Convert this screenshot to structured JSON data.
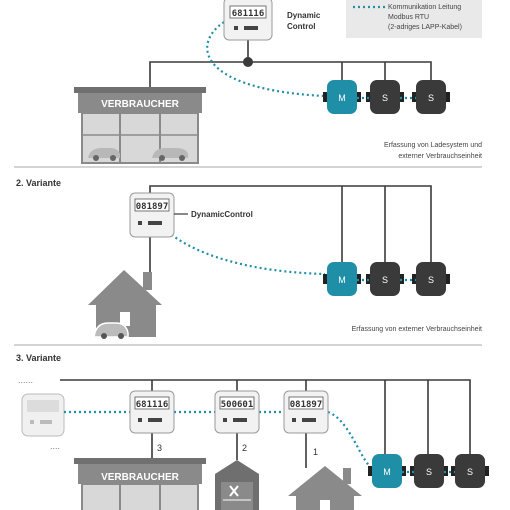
{
  "legend": {
    "comm_line_1": "Kommunikation Leitung",
    "comm_line_2": "Modbus RTU",
    "comm_line_3": "(2-adriges LAPP-Kabel)"
  },
  "variant1": {
    "meter_number": "681116",
    "dynamic_control_1": "Dynamic",
    "dynamic_control_2": "Control",
    "building_label": "VERBRAUCHER",
    "chargers": [
      "M",
      "S",
      "S"
    ],
    "caption_1": "Erfassung von Ladesystem und",
    "caption_2": "externer Verbrauchseinheit"
  },
  "variant2": {
    "title": "2. Variante",
    "meter_number": "081897",
    "dynamic_control": "DynamicControl",
    "chargers": [
      "M",
      "S",
      "S"
    ],
    "caption": "Erfassung von externer Verbrauchseinheit"
  },
  "variant3": {
    "title": "3. Variante",
    "dots_top": "......",
    "dots_bottom": "....",
    "meters": [
      {
        "number": "681116",
        "index": "3"
      },
      {
        "number": "500601",
        "index": "2"
      },
      {
        "number": "081897",
        "index": "1"
      }
    ],
    "building_label": "VERBRAUCHER",
    "chargers": [
      "M",
      "S",
      "S"
    ]
  },
  "colors": {
    "teal": "#1e8fa6",
    "dark_gray": "#5a5a5a",
    "charger_dark": "#3a3a3a",
    "building": "#8a8a8a",
    "line": "#3a3a3a"
  }
}
